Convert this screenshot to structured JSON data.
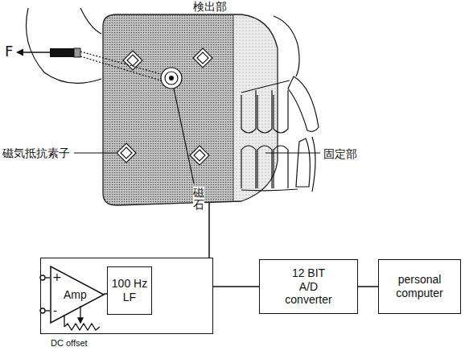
{
  "diagram": {
    "nodes": [
      {
        "text": [
          "検出部"
        ]
      },
      {
        "text": [
          "DC offset"
        ]
      },
      {
        "text": [
          "Amp"
        ],
        "in": 1
      },
      {
        "text": [
          "100 Hz LF"
        ],
        "in": 1
      },
      {
        "text": [
          "12 BIT A/D converter"
        ]
      },
      {
        "text": [
          "personal computer"
        ]
      }
    ],
    "edges": [
      {
        "from": 0,
        "to": 1,
        "arrow": "none"
      },
      {
        "from": 2,
        "to": 3,
        "arrow": "none"
      },
      {
        "from": 1,
        "to": 4,
        "arrow": "none"
      },
      {
        "from": 4,
        "to": 5,
        "arrow": "none"
      }
    ],
    "labels": [
      "F",
      "磁気抵抗素子",
      "磁石",
      "固定部",
      "+",
      "-"
    ]
  }
}
